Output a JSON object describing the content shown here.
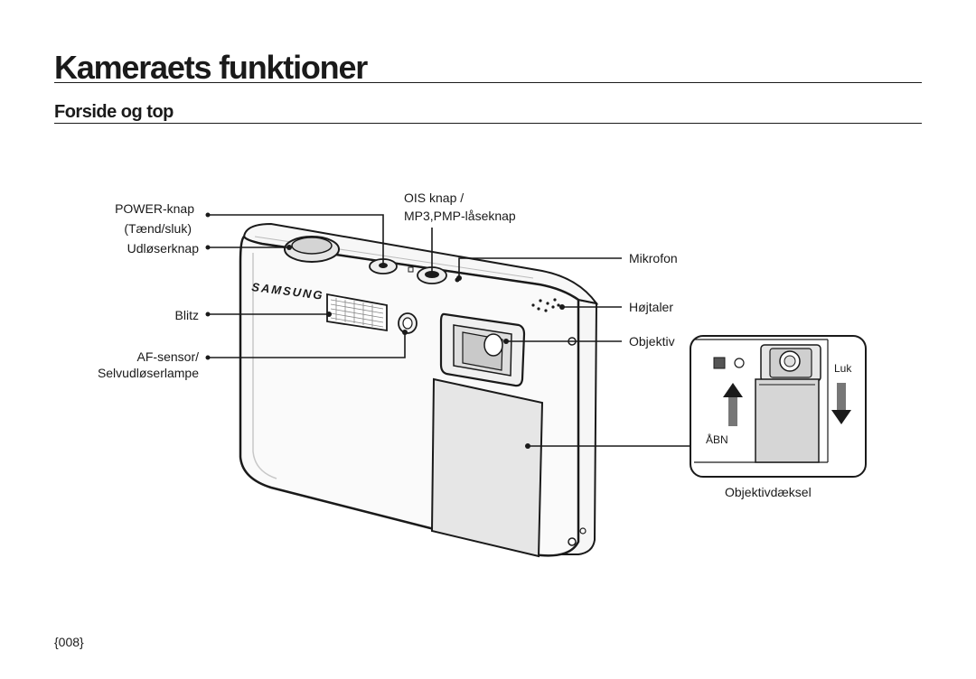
{
  "page": {
    "title": "Kameraets funktioner",
    "subtitle": "Forside og top",
    "page_number": "{008}"
  },
  "camera": {
    "brand": "SAMSUNG"
  },
  "callouts": {
    "power_line1": "POWER-knap",
    "power_line2": "(Tænd/sluk)",
    "shutter": "Udløserknap",
    "flash": "Blitz",
    "af_line1": "AF-sensor/",
    "af_line2": "Selvudløserlampe",
    "ois_line1": "OIS knap /",
    "ois_line2": "MP3,PMP-låseknap",
    "microphone": "Mikrofon",
    "speaker": "Højtaler",
    "lens": "Objektiv",
    "lens_cover": "Objektivdæksel"
  },
  "inset": {
    "close": "Luk",
    "open": "ÅBN"
  }
}
